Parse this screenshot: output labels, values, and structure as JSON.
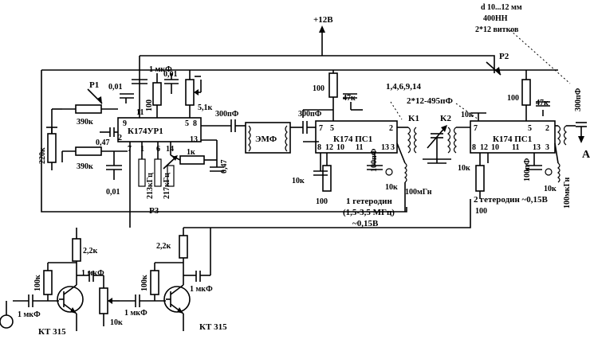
{
  "supply": "+12B",
  "wire_spec": {
    "line1": "d 10...12 мм",
    "line2": "400НН",
    "line3": "2*12 витков"
  },
  "labels": {
    "p1": "P1",
    "p2": "P2",
    "p3": "P3",
    "output_a": "A",
    "k1": "K1",
    "k2": "K2",
    "pins_list": "1,4,6,9,14",
    "varicap": "2*12-495пФ"
  },
  "ics": {
    "u1": "К174УР1",
    "u2": "К174 ПС1",
    "u3": "К174 ПС1"
  },
  "filter": "ЭМФ",
  "transistors": {
    "q1": "КТ 315",
    "q2": "КТ 315"
  },
  "oscillators": {
    "lo1_line1": "1 гетеродин",
    "lo1_line2": "(1,5-3,5 МГц)",
    "lo1_line3": "~0,15В",
    "lo2": "2 гетеродин ~0,15В"
  },
  "components": {
    "c_1mkf_top": "1 мкФ",
    "c_001_a": "0,01",
    "c_001_b": "0,01",
    "r_100_vert": "100",
    "r_51k": "5,1к",
    "r_390k_a": "390к",
    "r_390k_b": "390к",
    "r_220k": "220к",
    "c_047_a": "0,47",
    "c_001_c": "0,01",
    "c_213k": "213кГц",
    "c_217k": "217кГц",
    "r_1k": "1к",
    "c_047_b": "0,47",
    "c_300pf_a": "300пФ",
    "c_300pf_b": "300пФ",
    "c_300pf_c": "300пФ",
    "r_100_a": "100",
    "r_47k_a": "47к",
    "r_100_b": "100",
    "r_47k_b": "47к",
    "c_10k_a": "10к",
    "c_10k_b": "10к",
    "r_100_c": "100",
    "c_100pf_a": "100пФ",
    "c_10k_c": "10к",
    "l_100mkgn_a": "100мГн",
    "r_100_d": "100",
    "c_100pf_b": "100пФ",
    "c_10k_d": "10к",
    "l_100mkgn_b": "100мкГн",
    "c_10k_e": "10к",
    "r_22k_a": "2,2к",
    "r_22k_b": "2,2к",
    "r_100k_a": "100к",
    "r_100k_b": "100к",
    "c_1mkf_a": "1 мкФ",
    "c_1mkf_b": "1 мкФ",
    "c_1mkf_c": "1 мкФ",
    "c_1mkf_d": "1 мкФ",
    "r_10k_pot": "10к"
  },
  "pins": {
    "u1": {
      "p11": "11",
      "p9": "9",
      "p5": "5",
      "p8": "8",
      "p2": "2",
      "p7": "7",
      "p1": "1",
      "p6": "6",
      "p14": "14",
      "p13": "13"
    },
    "u2": {
      "p7": "7",
      "p5": "5",
      "p2": "2",
      "p8": "8",
      "p12": "12",
      "p10": "10",
      "p11": "11",
      "p13": "13",
      "p3": "3"
    },
    "u3": {
      "p7": "7",
      "p5": "5",
      "p2": "2",
      "p8": "8",
      "p12": "12",
      "p10": "10",
      "p11": "11",
      "p13": "13",
      "p3": "3"
    }
  }
}
